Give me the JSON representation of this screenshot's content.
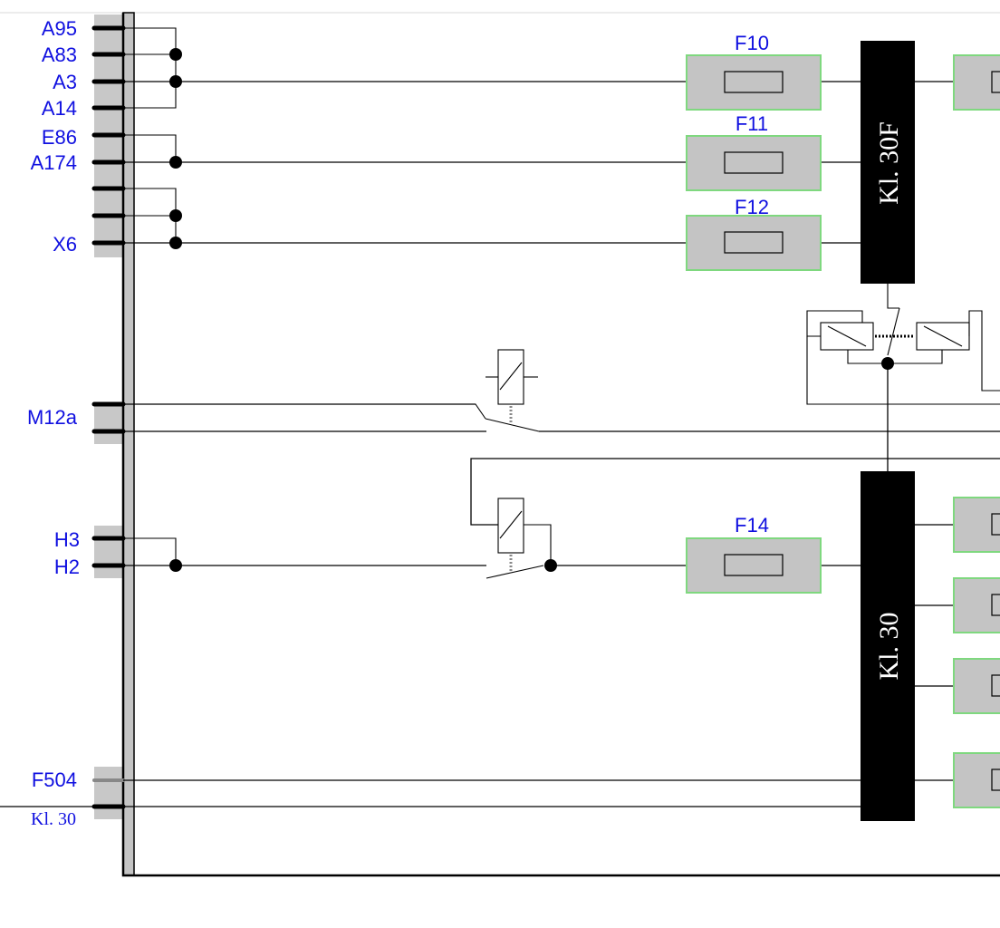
{
  "connector_pins": {
    "a95": "A95",
    "a83": "A83",
    "a3": "A3",
    "a14": "A14",
    "e86": "E86",
    "a174": "A174",
    "x6": "X6",
    "m12a": "M12a",
    "h3": "H3",
    "h2": "H2",
    "f504": "F504",
    "kl30_pin": "Kl. 30"
  },
  "fuses": {
    "f10": "F10",
    "f11": "F11",
    "f12": "F12",
    "f14": "F14"
  },
  "bus_bars": {
    "kl30f": "Kl. 30F",
    "kl30": "Kl. 30"
  },
  "colors": {
    "label_blue": "#1010e0",
    "fuse_fill": "#c4c4c4",
    "fuse_outline": "#7fd87f",
    "connector_block": "#c8c8c8"
  }
}
